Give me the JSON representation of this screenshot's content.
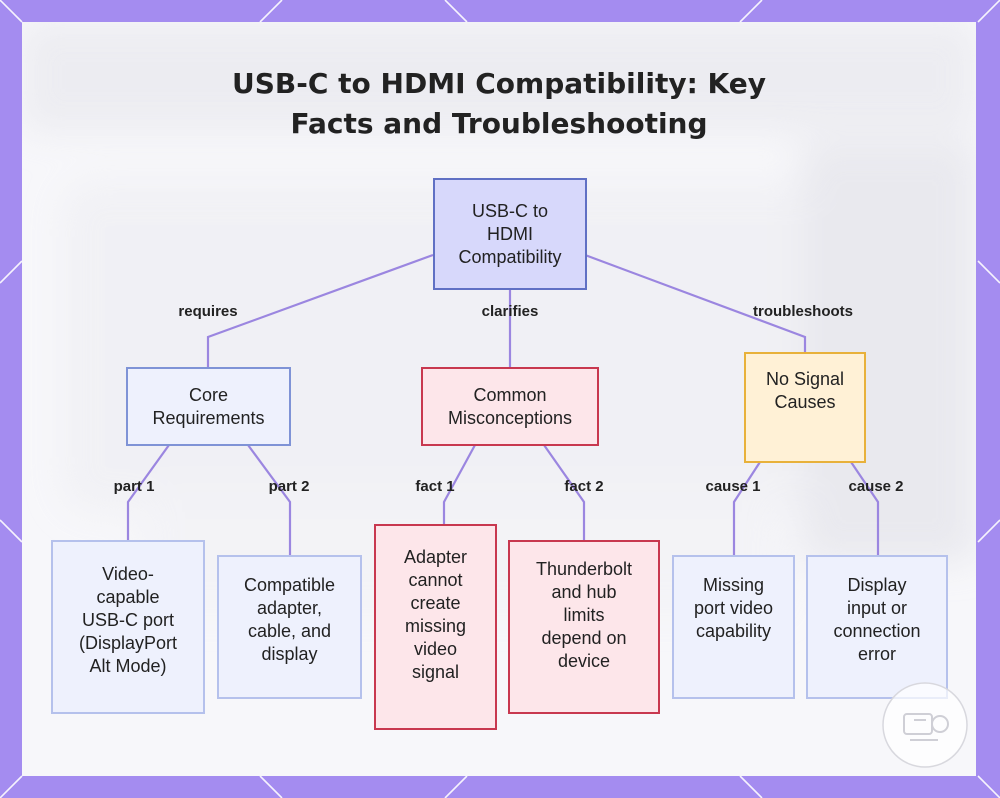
{
  "title_lines": [
    "USB-C to HDMI Compatibility: Key",
    "Facts and Troubleshooting"
  ],
  "nodes": {
    "root": [
      "USB-C to",
      "HDMI",
      "Compatibility"
    ],
    "core": [
      "Core",
      "Requirements"
    ],
    "misconceptions": [
      "Common",
      "Misconceptions"
    ],
    "nosignal": [
      "No Signal",
      "Causes"
    ],
    "video_port": [
      "Video-",
      "capable",
      "USB-C port",
      "(DisplayPort",
      "Alt Mode)"
    ],
    "compatible": [
      "Compatible",
      "adapter,",
      "cable, and",
      "display"
    ],
    "adapter": [
      "Adapter",
      "cannot",
      "create",
      "missing",
      "video",
      "signal"
    ],
    "thunderbolt": [
      "Thunderbolt",
      "and hub",
      "limits",
      "depend on",
      "device"
    ],
    "missing_port": [
      "Missing",
      "port video",
      "capability"
    ],
    "display_input": [
      "Display",
      "input or",
      "connection",
      "error"
    ]
  },
  "edges": {
    "requires": "requires",
    "clarifies": "clarifies",
    "troubleshoots": "troubleshoots",
    "part1": "part 1",
    "part2": "part 2",
    "fact1": "fact 1",
    "fact2": "fact 2",
    "cause1": "cause 1",
    "cause2": "cause 2"
  },
  "colors": {
    "frame": "#a48cf0",
    "link": "#9b86e0",
    "root_fill": "#d7d8fb",
    "root_border": "#6070c4",
    "blue_border": "#7f93d6",
    "red_border": "#c8384f",
    "amber_border": "#e8b13a"
  }
}
